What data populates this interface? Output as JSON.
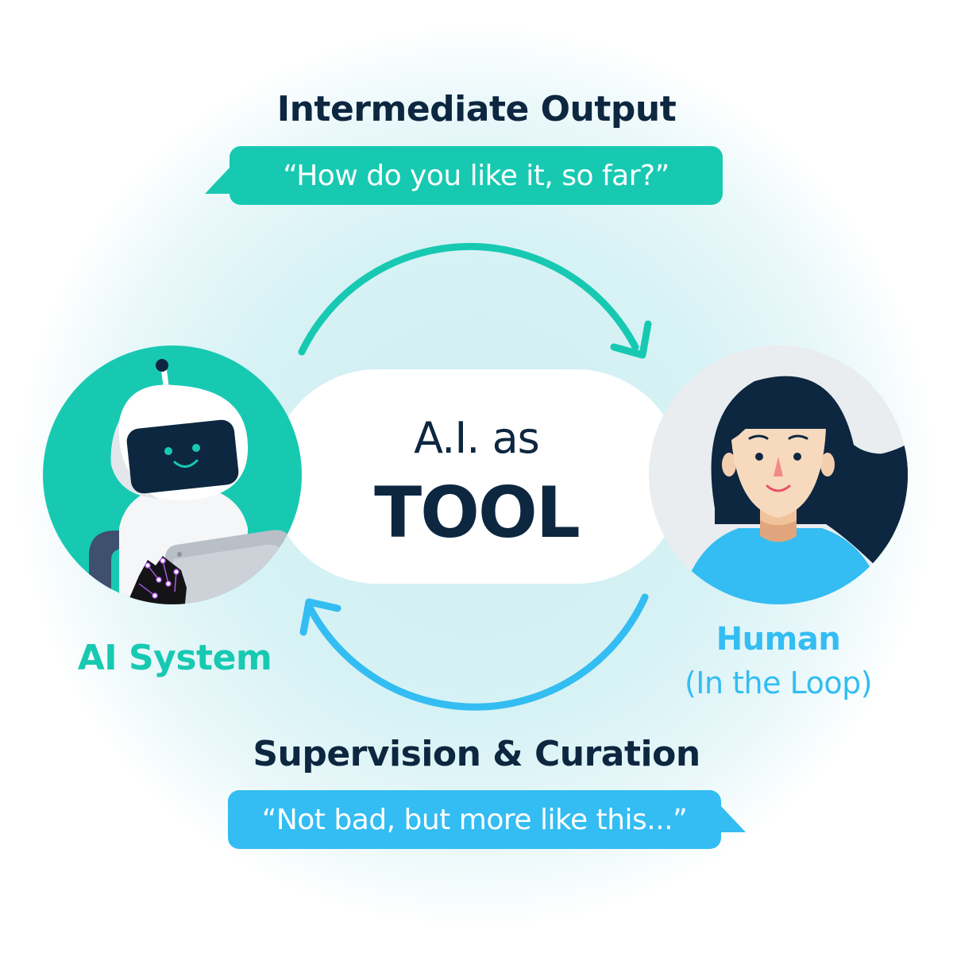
{
  "top": {
    "heading": "Intermediate Output",
    "bubble": "“How do you like it, so far?”"
  },
  "center": {
    "line1": "A.I. as",
    "line2": "TOOL"
  },
  "ai": {
    "label": "AI System"
  },
  "human": {
    "label": "Human",
    "sublabel": "(In the Loop)"
  },
  "bottom": {
    "heading": "Supervision & Curation",
    "bubble": "“Not bad, but more like this...”"
  },
  "colors": {
    "teal": "#18c9b2",
    "blue": "#33bdf2",
    "navy": "#0d2740"
  }
}
